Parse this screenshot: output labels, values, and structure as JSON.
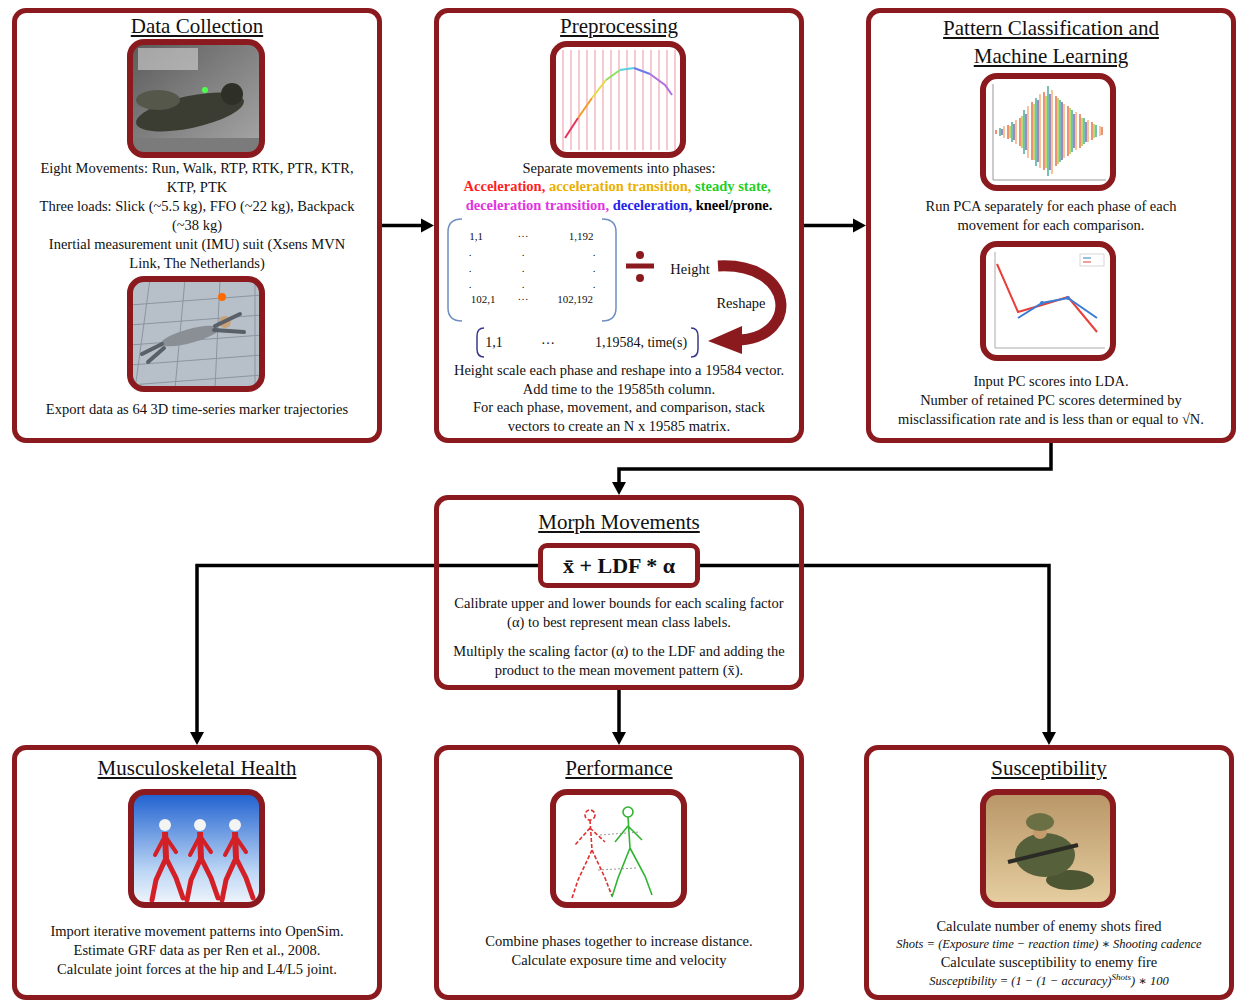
{
  "diagram": {
    "nodes": [
      {
        "text": [
          "Data Collection",
          "Eight Movements: Run, Walk, RTP, RTK, PTR, KTR, KTP, PTK",
          "Three loads: Slick (~5.5 kg), FFO (~22 kg), Backpack (~38 kg)",
          "Inertial measurement unit (IMU) suit (Xsens MVN Link, The Netherlands)",
          "Export data as 64 3D time-series marker trajectories"
        ]
      },
      {
        "text": [
          "Preprocessing",
          "Separate movements into phases:",
          "Acceleration,",
          "acceleration transition,",
          "steady state,",
          "deceleration transition,",
          "deceleration,",
          "kneel/prone.",
          "Height scale each phase and reshape into a 19584 vector. Add time to the 19585th column.",
          "For each phase, movement, and comparison, stack vectors to create an N x 19585 matrix."
        ]
      },
      {
        "text": [
          "Pattern Classification and Machine Learning",
          "Run PCA separately for each phase of each movement for each comparison.",
          "Input PC scores into LDA.",
          "Number of retained PC scores determined by misclassification rate and is less than or equal to √N."
        ]
      },
      {
        "text": [
          "Morph Movements",
          "Calibrate upper and lower bounds for each scaling factor (α) to best represent mean class labels.",
          "Multiply the scaling factor (α) to the LDF and adding the product to the mean movement pattern (x̄)."
        ]
      },
      {
        "text": [
          "x̄ + LDF * α"
        ],
        "in": 3
      },
      {
        "text": [
          "Musculoskeletal Health",
          "Import iterative movement patterns into OpenSim.",
          "Estimate GRF data as per Ren et al., 2008.",
          "Calculate joint forces at the hip and L4/L5 joint."
        ]
      },
      {
        "text": [
          "Performance",
          "Combine phases together to increase distance.",
          "Calculate exposure time and velocity"
        ]
      },
      {
        "text": [
          "Susceptibility",
          "Calculate number of enemy shots fired",
          "Shots = (Exposure time − reaction time) ∗ Shooting cadence",
          "Calculate susceptibility to enemy fire",
          "Susceptibility = (1 − (1 − accuracy)",
          "Shots",
          ") ∗ 100"
        ]
      }
    ],
    "edges": [
      {
        "from": 0,
        "to": 1,
        "arrow": "to"
      },
      {
        "from": 1,
        "to": 2,
        "arrow": "to"
      },
      {
        "from": 2,
        "to": 3,
        "arrow": "to"
      },
      {
        "from": 4,
        "to": 5,
        "arrow": "to"
      },
      {
        "from": 3,
        "to": 6,
        "arrow": "to"
      },
      {
        "from": 4,
        "to": 7,
        "arrow": "to"
      }
    ],
    "labels": [
      "1,1",
      "…",
      "1,192",
      ".",
      ".",
      ".",
      ".",
      ".",
      ".",
      ".",
      ".",
      ".",
      "102,1",
      "…",
      "102,192",
      "Height",
      "Reshape",
      "1,1",
      "…",
      "1,19584, time(s)"
    ]
  }
}
